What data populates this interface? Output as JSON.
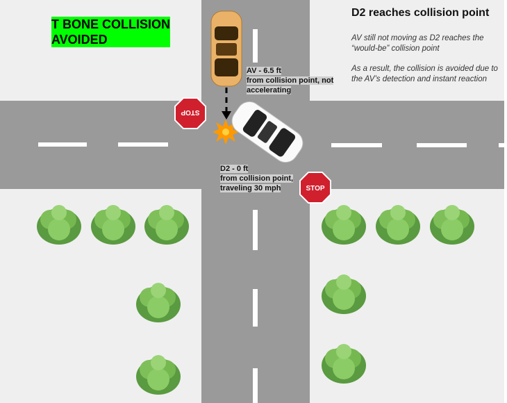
{
  "status_banner": {
    "line1": "T BONE COLLISION",
    "line2": "AVOIDED"
  },
  "panel": {
    "title": "D2 reaches collision point",
    "desc1": "AV still not moving as D2 reaches the “would-be” collision point",
    "desc2": "As a result, the collision is avoided due to the AV’s detection and instant reaction"
  },
  "av_label": {
    "line1": "AV - 6.5 ft",
    "line2": "from collision point, not",
    "line3": "accelerating"
  },
  "d2_label": {
    "line1": "D2 - 0 ft",
    "line2": "from collision point,",
    "line3": "traveling 30 mph"
  },
  "stop_sign_text": "STOP",
  "colors": {
    "road": "#9a9a9a",
    "ground": "#efefef",
    "banner": "#00ff00",
    "stop": "#d0202e",
    "av_car": "#e8b060",
    "d2_car": "#ffffff",
    "impact": "#ff9900"
  }
}
